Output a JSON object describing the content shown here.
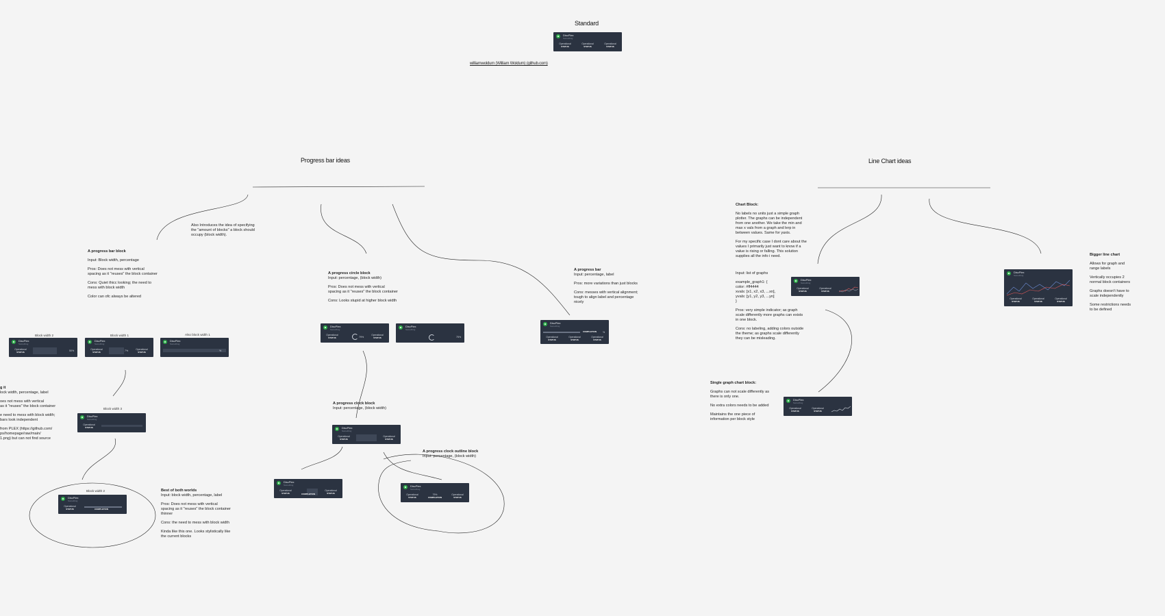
{
  "titles": {
    "standard": "Standard",
    "progress": "Progress bar ideas",
    "linechart": "Line Chart  ideas"
  },
  "credit": "williamwoldum (William Woldum) (github.com)",
  "card": {
    "name": "DiscPlex",
    "sub": "Something",
    "operational": "Operational",
    "status": "STATUS",
    "completion": "COMPLETION",
    "pct50": "50%",
    "pct7": "7%",
    "pct79": "79%",
    "pct75": "75%",
    "percent": "%",
    "accent": "#2fae4a",
    "bg": "#2b3341"
  },
  "captions": {
    "bw2": "Block width 2",
    "bw1": "Block width 1",
    "bw1b": "Also block width 1",
    "bw3": "Block width 3",
    "bw2b": "Block width 2"
  },
  "notes": {
    "intro": "Also Introduces the idea of specifying\nthe \"amount of blocks\" a block should\noccupy (block width).",
    "pb_h": "A progress bar block",
    "pb": [
      "Input: Block width, percentage",
      "Pros: Does not mess with vertical\nspacing as it \"reuses\" the block container",
      "Cons: Quiet thicc looking; the need to\nmess with block width",
      "Color can ofc always be altered"
    ],
    "left_h": "g it",
    "left": [
      "lock width, percentage, label",
      "oes not mess with vertical\n as it \"reuses\" the block container",
      "e need to mess with block width;\nbars look independent",
      " from PLEX (https://github.com/\nps/homepage/raw/main/\n1.png) but can not find source"
    ],
    "best_h": "Best of both worlds",
    "best": [
      "Input: block width, percentage, label",
      "Pros: Does not mess with vertical\nspacing as it \"reuses\" the block container\nthinner",
      "Cons: the need to mess with block width",
      "Kinda like this one. Looks stylistically like\nthe current blocks"
    ],
    "circle_h": "A progress circle block",
    "circle": [
      "Input: percentage, (block width)",
      "Pros: Does not mess with vertical\nspacing as it \"reuses\" the block container",
      "Cons: Looks stupid at higher block width"
    ],
    "clock_h": "A progress clock block",
    "clock": "Input: percentage, (block width)",
    "clockout_h": "A progress clock outline block",
    "clockout": "Input: percentage, (block width)",
    "pbar_h": "A progress bar",
    "pbar": [
      "Input: percentage, label",
      "Pros: more variations than just blocks",
      "Cons: messes with vertical alignment;\ntough to align label and percentage\nnicely"
    ],
    "chart_h": "Chart Block:",
    "chart": [
      "No labels no units just a simple graph\nplotter. The graphs can be independent\nfrom one another. We take the min and\nmax x vals from a graph and lerp in\nbetween values. Same for yaxis.",
      "For my specific case I dont care about the\nvalues I primarily just want to know if a\nvalue is rising or falling. This solution\nsupplies all the info i need."
    ],
    "input": [
      "Input: list of graphs",
      "example_graph1: {\n   color: #ff4444\n   xvals: [x1, x2, x3, ...xn],\n   yvals: [y1, y2, y3, ...yn]\n}",
      "Pros: very simple indicator; as graph\nscale differently more graphs can exists\nin one block.",
      "Cons: no labeling, adding colors outside\nthe theme; as graphs scale differently\nthey can be misleading."
    ],
    "single_h": "Single graph chart block:",
    "single": [
      "Graphs can not scale differently as\nthere is only one.",
      "No extra colors needs to be added",
      "Maintains the one piece of\ninformation per block style"
    ],
    "bigger_h": "Bigger line chart",
    "bigger": [
      "Allows for graph and\nrange labels",
      "Vertically occupies 2\nnormal block containers",
      "Graphs doesn't have to\nscale independently",
      "Some restrictions needs\nto be defined"
    ]
  }
}
